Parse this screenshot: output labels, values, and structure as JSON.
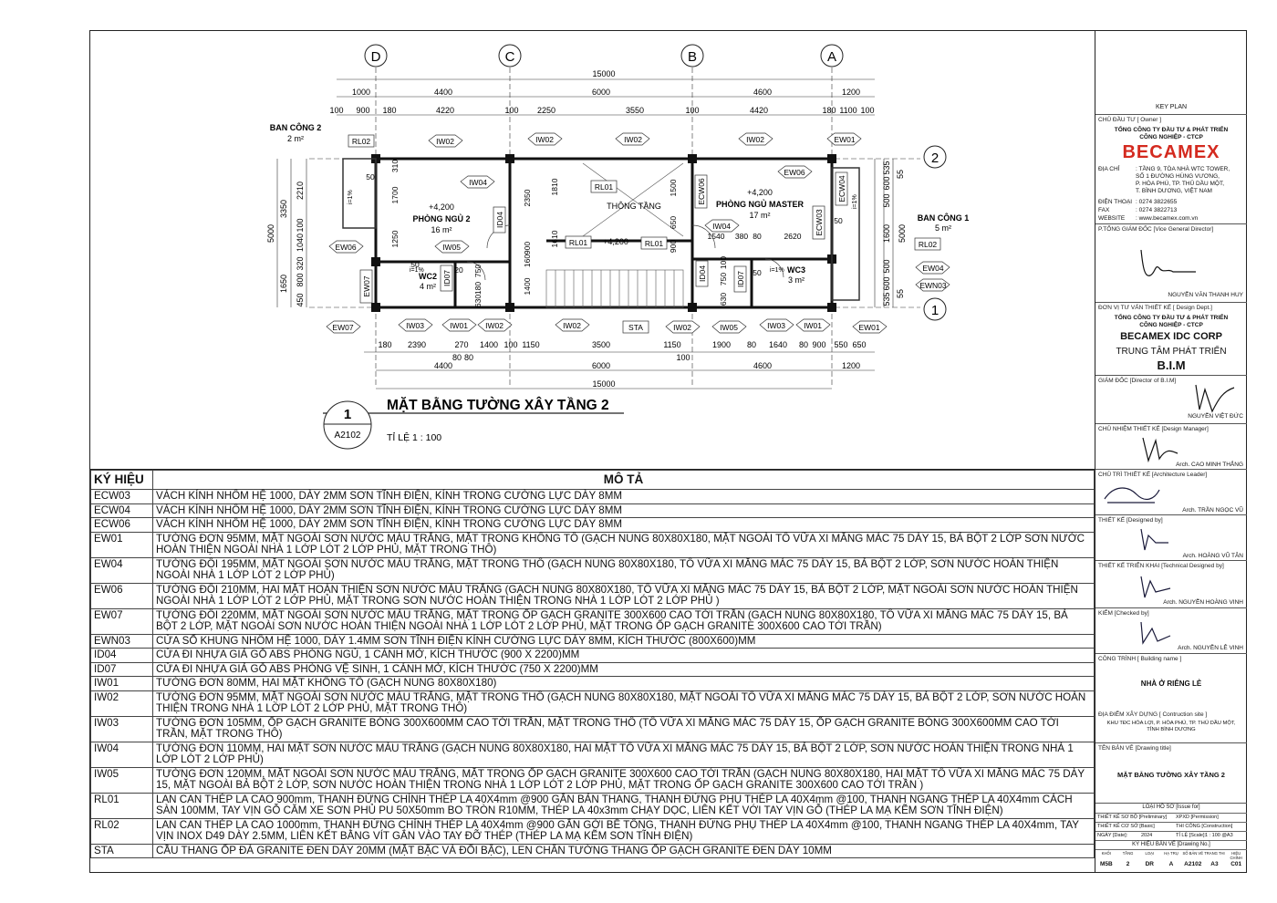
{
  "plan": {
    "grid_axes": [
      "D",
      "C",
      "B",
      "A"
    ],
    "grid_rows": [
      "2",
      "1"
    ],
    "total_dim": "15000",
    "top_dims_1": [
      "1000",
      "4400",
      "6000",
      "4600",
      "1200"
    ],
    "top_dims_2": [
      "100",
      "900",
      "180",
      "4220",
      "100",
      "2250",
      "3550",
      "100",
      "4420",
      "180",
      "1100",
      "100"
    ],
    "bottom_dims_1": [
      "180",
      "2390",
      "270",
      "1400",
      "100",
      "1150",
      "3500",
      "1150",
      "1900",
      "80",
      "1640",
      "80",
      "900",
      "550",
      "650"
    ],
    "bottom_dims_1b": [
      "80",
      "80",
      "100"
    ],
    "bottom_dims_2": [
      "4400",
      "6000",
      "4600",
      "1200"
    ],
    "left_dims_1": [
      "3350",
      "1650"
    ],
    "left_dims_total": "5000",
    "left_dims_2": [
      "2210",
      "100",
      "1040",
      "320",
      "800",
      "450"
    ],
    "right_dims_1": [
      "5000"
    ],
    "right_dims_2": [
      "535",
      "600",
      "500",
      "1600",
      "500",
      "600",
      "535"
    ],
    "right_dims_3": [
      "55",
      "55"
    ],
    "rooms": {
      "bancong2": {
        "name": "BAN CÔNG 2",
        "area": "2 m²"
      },
      "phongngu2": {
        "level": "+4,200",
        "name": "PHÒNG NGỦ 2",
        "area": "16 m²"
      },
      "wc2": {
        "name": "WC2",
        "area": "4 m²"
      },
      "thongtang": {
        "name": "THÔNG TẦNG"
      },
      "stairlevel": {
        "level": "+4,200"
      },
      "master": {
        "level": "+4,200",
        "name": "PHÒNG NGỦ MASTER",
        "area": "17 m²"
      },
      "wc3": {
        "name": "WC3",
        "area": "3 m²"
      },
      "bancong1": {
        "name": "BAN CÔNG 1",
        "area": "5 m²"
      }
    },
    "tags_top": [
      "RL02",
      "IW02",
      "IW02",
      "IW02",
      "IW02",
      "EW01"
    ],
    "tags_mid": [
      "IW04",
      "RL01",
      "EW06",
      "ECW06",
      "ECW04",
      "IW04",
      "ID04",
      "IW05",
      "RL01",
      "RL01",
      "EW06",
      "ECW03",
      "RL02",
      "ID07",
      "ID04",
      "ID07",
      "EW07",
      "EW04",
      "EWN03"
    ],
    "tags_bottom": [
      "EW07",
      "IW03",
      "IW01",
      "IW02",
      "IW02",
      "STA",
      "IW02",
      "IW05",
      "IW03",
      "IW01",
      "EW01"
    ],
    "misc_dims": [
      "50",
      "310",
      "1700",
      "1250",
      "2350",
      "1810",
      "1610",
      "1500",
      "650",
      "900",
      "1540",
      "380",
      "80",
      "2620",
      "160",
      "900",
      "1400",
      "750",
      "180",
      "20",
      "630",
      "50",
      "750",
      "100",
      "630",
      "50",
      "50"
    ],
    "slopes": [
      "i=1%",
      "i=1%",
      "i=1%",
      "i=1%"
    ]
  },
  "view": {
    "number": "1",
    "sheet_ref": "A2102",
    "title": "MẶT BẰNG TƯỜNG XÂY TẦNG 2",
    "scale": "TỈ LỆ   1 : 100"
  },
  "legend": {
    "col_code": "KÝ HIỆU",
    "col_desc": "MÔ TẢ",
    "rows": [
      {
        "code": "ECW03",
        "desc": "VÁCH KÍNH NHÔM HỆ 1000, DÀY 2MM SƠN TĨNH ĐIỆN, KÍNH TRONG CƯỜNG LỰC DÀY 8MM"
      },
      {
        "code": "ECW04",
        "desc": "VÁCH KÍNH NHÔM HỆ 1000, DÀY 2MM SƠN TĨNH ĐIỆN, KÍNH TRONG CƯỜNG LỰC DÀY 8MM"
      },
      {
        "code": "ECW06",
        "desc": "VÁCH KÍNH NHÔM HỆ 1000, DÀY 2MM SƠN TĨNH ĐIỆN, KÍNH TRONG CƯỜNG LỰC DÀY 8MM"
      },
      {
        "code": "EW01",
        "desc": "TƯỜNG ĐƠN 95MM, MẶT NGOÀI SƠN NƯỚC MÀU TRẮNG, MẶT TRONG KHÔNG TÔ (GẠCH NUNG 80X80X180, MẶT NGOÀI TÔ VỮA XI MĂNG MÁC 75 DÀY 15, BẢ BỘT 2 LỚP SƠN NƯỚC HOÀN THIỆN NGOÀI NHÀ 1 LỚP LÓT 2 LỚP PHỦ, MẶT TRONG THÔ)"
      },
      {
        "code": "EW04",
        "desc": "TƯỜNG ĐÔI 195MM, MẶT NGOÀI SƠN NƯỚC MÀU TRẮNG, MẶT TRONG THÔ (GẠCH NUNG 80X80X180, TÔ VỮA XI MĂNG MÁC 75 DÀY 15, BẢ BỘT 2 LỚP, SƠN NƯỚC HOÀN THIỆN NGOÀI NHÀ 1 LỚP LÓT 2 LỚP PHỦ)"
      },
      {
        "code": "EW06",
        "desc": "TƯỜNG ĐÔI 210MM, HAI MẶT HOÀN THIỆN SƠN NƯỚC MÀU TRẮNG (GẠCH NUNG 80X80X180, TÔ VỮA XI MĂNG MÁC 75 DÀY 15, BẢ BỘT 2 LỚP, MẶT NGOÀI SƠN NƯỚC HOÀN THIỆN NGOÀI NHÀ 1 LỚP LÓT 2 LỚP PHỦ, MẶT TRONG SƠN NƯỚC HOÀN THIỆN TRONG NHÀ 1 LỚP LÓT 2 LỚP PHỦ )"
      },
      {
        "code": "EW07",
        "desc": "TƯỜNG ĐÔI 220MM, MẶT NGOÀI SƠN NƯỚC MÀU TRẮNG, MẶT TRONG ỐP GẠCH GRANITE 300X600 CAO TỚI TRẦN (GẠCH NUNG 80X80X180, TÔ VỮA XI MĂNG MÁC 75 DÀY 15, BẢ BỘT 2 LỚP, MẶT NGOÀI SƠN NƯỚC HOÀN THIỆN NGOÀI NHÀ 1 LỚP LÓT 2 LỚP PHỦ, MẶT TRONG ỐP GẠCH GRANITE 300X600 CAO TỚI TRẦN)"
      },
      {
        "code": "EWN03",
        "desc": "CỬA SỔ KHUNG NHÔM HỆ 1000, DÀY 1.4MM SƠN TĨNH ĐIỆN KÍNH CƯỜNG LỰC DÀY 8MM, KÍCH THƯỚC (800X600)MM"
      },
      {
        "code": "ID04",
        "desc": "CỬA ĐI NHỰA GIẢ GỖ ABS PHÒNG NGỦ, 1 CÁNH MỞ, KÍCH THƯỚC (900 X 2200)MM"
      },
      {
        "code": "ID07",
        "desc": "CỬA ĐI NHỰA GIẢ GỖ ABS PHÒNG VỆ SINH, 1 CÁNH MỞ, KÍCH THƯỚC (750 X 2200)MM"
      },
      {
        "code": "IW01",
        "desc": "TƯỜNG ĐƠN 80MM, HAI MẶT KHÔNG TÔ (GẠCH NUNG 80X80X180)"
      },
      {
        "code": "IW02",
        "desc": "TƯỜNG ĐƠN 95MM,  MẶT NGOÀI SƠN NƯỚC MÀU TRẮNG, MẶT TRONG THÔ (GẠCH NUNG 80X80X180, MẶT NGOÀI TÔ VỮA XI MĂNG MÁC 75 DÀY 15, BẢ BỘT 2 LỚP, SƠN NƯỚC HOÀN THIỆN TRONG NHÀ 1 LỚP LÓT 2 LỚP PHỦ, MẶT TRONG THÔ)"
      },
      {
        "code": "IW03",
        "desc": "TƯỜNG ĐƠN 105MM, ỐP GẠCH GRANITE BÓNG 300X600MM CAO TỚI TRẦN, MẶT TRONG THÔ (TÔ VỮA XI MĂNG MÁC 75 DÀY 15, ỐP GẠCH GRANITE BÓNG 300X600MM CAO TỚI TRẦN, MẶT TRONG THÔ)"
      },
      {
        "code": "IW04",
        "desc": "TƯỜNG ĐƠN 110MM, HAI MẶT SƠN NƯỚC MÀU TRẮNG (GẠCH NUNG 80X80X180, HAI MẶT TÔ VỮA XI MĂNG MÁC 75 DÀY 15, BẢ BỘT 2 LỚP, SƠN NƯỚC HOÀN THIỆN TRONG NHÀ 1 LỚP LÓT 2 LỚP PHỦ)"
      },
      {
        "code": "IW05",
        "desc": "TƯỜNG ĐƠN 120MM, MẶT NGOÀI SƠN NƯỚC MÀU TRẮNG, MẶT TRONG ỐP GẠCH GRANITE 300X600 CAO TỚI TRẦN (GẠCH NUNG 80X80X180, HAI MẶT TÔ VỮA XI MĂNG MÁC 75 DÀY 15, MẶT NGOÀI BẢ BỘT 2 LỚP, SƠN NƯỚC HOÀN THIỆN TRONG NHÀ 1 LỚP LÓT 2 LỚP PHỦ, MẶT TRONG ỐP GẠCH GRANITE 300X600 CAO TỚI TRẦN )"
      },
      {
        "code": "RL01",
        "desc": "LAN CAN THÉP LA CAO 900mm, THANH ĐỨNG CHÍNH THÉP LA 40X4mm @900 GẮN BẢN THANG, THANH ĐỨNG PHỤ THÉP LA 40X4mm @100, THANH NGANG THÉP LA 40X4mm CÁCH SÀN 100MM, TAY VỊN GỖ CĂM XE SƠN PHỦ PU 50X50mm BO TRÒN R10MM, THÉP LA 40x3mm CHẠY DỌC, LIÊN KẾT VỚI TAY VỊN GỖ (THÉP LA MẠ KẼM SƠN TĨNH ĐIỆN)"
      },
      {
        "code": "RL02",
        "desc": "LAN CAN THÉP LA CAO 1000mm, THANH ĐỨNG CHÍNH THÉP LA 40X4mm @900 GẮN GỜI BÊ TÔNG, THANH ĐỨNG PHỤ THÉP LA 40X4mm @100, THANH NGANG THÉP LA 40X4mm,  TAY VỊN INOX D49 DÀY 2.5MM, LIÊN KẾT BẰNG VÍT GẮN VÀO TAY ĐỠ THÉP (THÉP LA MẠ KẼM SƠN TĨNH ĐIỆN)"
      },
      {
        "code": "STA",
        "desc": "CẦU THANG ỐP ĐÁ GRANITE ĐEN DÀY 20MM (MẶT BẬC VÀ ĐỐI BẬC), LEN CHÂN TƯỜNG THANG ỐP GẠCH GRANITE ĐEN DÀY 10MM"
      }
    ]
  },
  "titleblock": {
    "key_plan": "KEY PLAN",
    "owner_label": "CHỦ ĐẦU TƯ  [ Owner ]",
    "owner_name_1": "TỔNG CÔNG TY ĐẦU TƯ & PHÁT TRIỂN",
    "owner_name_2": "CÔNG NGHIỆP - CTCP",
    "logo": "BECAMEX",
    "addr_label": "ĐỊA CHỈ",
    "addr_1": ": TẦNG 9, TÒA NHÀ WTC TOWER,",
    "addr_2": "SỐ 1 ĐƯỜNG HÙNG VƯƠNG,",
    "addr_3": "P. HÒA PHÚ, TP. THỦ DẦU MỘT,",
    "addr_4": "T. BÌNH DƯƠNG, VIỆT NAM",
    "phone_label": "ĐIỆN THOẠI",
    "phone": ": 0274 3822655",
    "fax_label": "FAX",
    "fax": ": 0274 3822713",
    "web_label": "WEBSITE",
    "web": ": www.becamex.com.vn",
    "vgd_label": "P.TỔNG GIÁM ĐỐC [Vice General Director]",
    "vgd_name": "NGUYỄN VĂN THANH HUY",
    "design_label": "ĐƠN VỊ TƯ VẤN THIẾT KẾ [ Design Dept.]",
    "design_name_1": "TỔNG CÔNG TY ĐẦU TƯ & PHÁT TRIỂN",
    "design_name_2": "CÔNG NGHIỆP - CTCP",
    "design_corp": "BECAMEX IDC CORP",
    "design_center": "TRUNG TÂM PHÁT TRIỂN",
    "design_bim": "B.I.M",
    "director_label": "GIÁM ĐỐC [Director of B.I.M]",
    "director_name": "NGUYỄN VIỆT ĐỨC",
    "manager_label": "CHỦ NHIỆM THIẾT KẾ [Design Manager]",
    "manager_name": "Arch. CAO MINH THẮNG",
    "leader_label": "CHỦ TRÌ THIẾT KẾ [Architecture Leader]",
    "leader_name": "Arch. TRẦN NGỌC VŨ",
    "designed_label": "THIẾT KẾ [Designed by]",
    "designed_name": "Arch. HOÀNG VŨ TÂN",
    "tech_label": "THIẾT KẾ TRIỂN KHAI [Technical Designed by]",
    "tech_name": "Arch. NGUYỄN HOÀNG VINH",
    "checked_label": "KIỂM [Checked by]",
    "checked_name": "Arch. NGUYỄN LÊ VINH",
    "building_label": "CÔNG TRÌNH [ Building name ]",
    "building_name": "NHÀ Ở RIÊNG LẺ",
    "site_label": "ĐỊA ĐIỂM XÂY DỰNG [ Contruction site ]",
    "site_1": "KHU TĐC HÒA LỢI, P. HÒA PHÚ, TP. THỦ DẦU MỘT,",
    "site_2": "TỈNH BÌNH DƯƠNG",
    "drawing_label": "TÊN BẢN VẼ [Drawing title]",
    "drawing_name": "MẶT BẰNG TƯỜNG XÂY TẦNG 2",
    "issue_label": "LOẠI HỒ SƠ [Issue for]",
    "issue_1a": "THIẾT KẾ SƠ BỘ [Preliminary]",
    "issue_1b": "XPXD [Permission]",
    "issue_2a": "THIẾT KẾ CƠ SỞ [Basic]",
    "issue_2b": "THI CÔNG [Construction]",
    "date_label": "NGÀY [Date]:",
    "date_val": "2024",
    "scale_label": "TỈ LỆ [Scale]:",
    "scale_val": "1 : 100 @A3",
    "code_label": "KÝ HIỆU BẢN VẼ [Drawing No.]",
    "code_heads": [
      "KHỐI",
      "TẦNG",
      "LOẠI",
      "HẠ TRỤ",
      "SỐ BẢN VẼ",
      "TRANG THI",
      "HIỆU CHỈNH"
    ],
    "code_vals": [
      "M5B",
      "2",
      "DR",
      "A",
      "A2102",
      "A3",
      "C01"
    ]
  },
  "colors": {
    "logo": "#d42a1f",
    "line": "#222222"
  }
}
